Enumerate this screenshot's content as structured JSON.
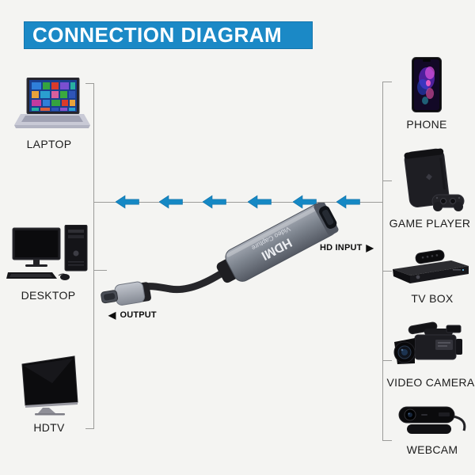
{
  "title": "CONNECTION DIAGRAM",
  "colors": {
    "accent_blue": "#1b89c6",
    "arrow_blue": "#1588c4",
    "background": "#f4f4f2",
    "connector_line": "#9b9b99",
    "label_text": "#1c1c1c"
  },
  "flow": {
    "direction": "left",
    "arrow_count": 6
  },
  "adapter": {
    "body_text_primary": "HDMI",
    "body_text_secondary": "Video Capture",
    "input_label": "HD INPUT",
    "input_arrow": "▶",
    "output_label": "OUTPUT",
    "output_arrow": "◀"
  },
  "output_devices": [
    {
      "id": "laptop",
      "label": "LAPTOP"
    },
    {
      "id": "desktop",
      "label": "DESKTOP"
    },
    {
      "id": "hdtv",
      "label": "HDTV"
    }
  ],
  "input_devices": [
    {
      "id": "phone",
      "label": "PHONE"
    },
    {
      "id": "game-player",
      "label": "GAME PLAYER"
    },
    {
      "id": "tv-box",
      "label": "TV BOX"
    },
    {
      "id": "video-camera",
      "label": "VIDEO CAMERA"
    },
    {
      "id": "webcam",
      "label": "WEBCAM"
    }
  ]
}
